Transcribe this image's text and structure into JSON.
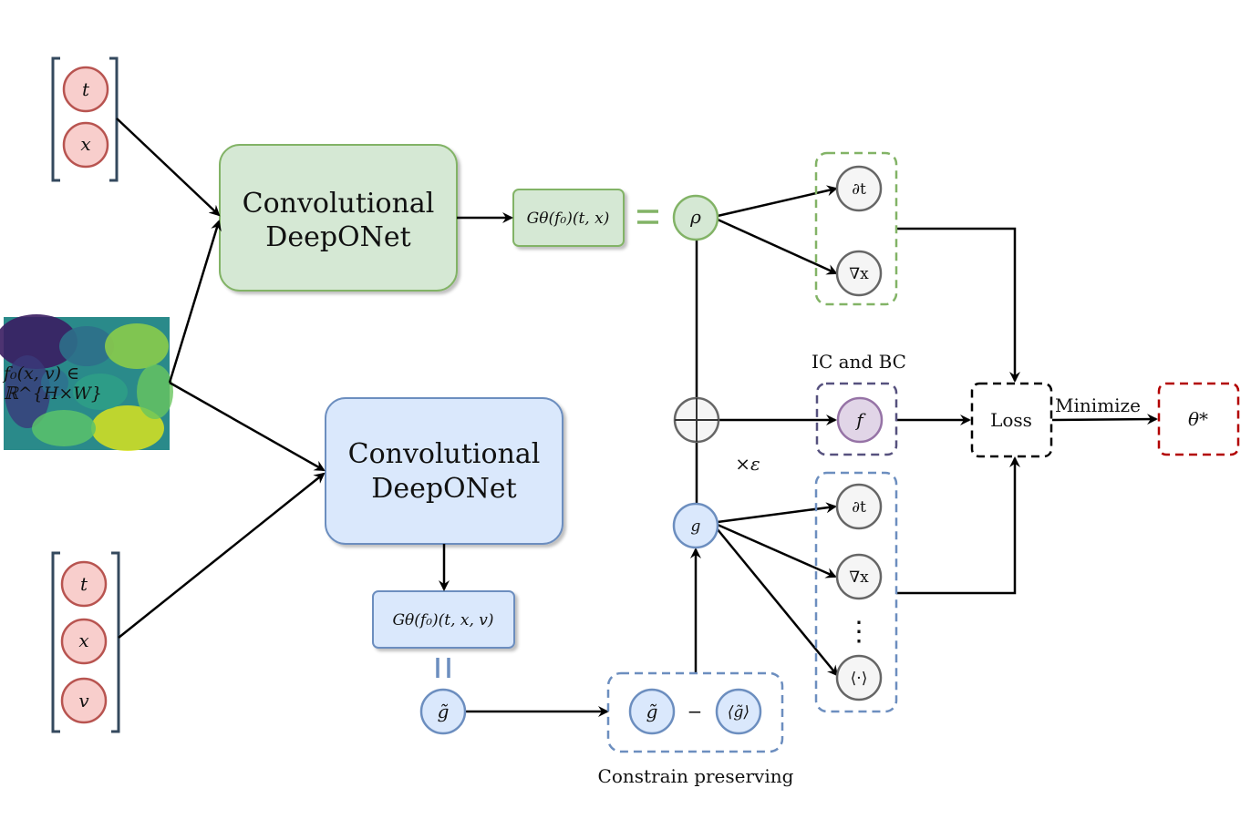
{
  "inputs_top": {
    "t": "t",
    "x": "x"
  },
  "inputs_bottom": {
    "t": "t",
    "x": "x",
    "v": "v"
  },
  "heatmap_label": "f₀(x, v) ∈ ℝ^{H×W}",
  "deeponet_top": {
    "line1": "Convolutional",
    "line2": "DeepONet"
  },
  "deeponet_bottom": {
    "line1": "Convolutional",
    "line2": "DeepONet"
  },
  "output_top": "Gθ(f₀)(t, x)",
  "output_bottom": "Gθ(f₀)(t, x, v)",
  "equals_sign": "=",
  "rho": "ρ",
  "g": "g",
  "g_tilde": "g̃",
  "constrain": {
    "left": "g̃",
    "minus": "−",
    "right": "⟨g̃⟩",
    "caption": "Constrain preserving"
  },
  "rho_ops": {
    "dt": "∂t",
    "grad": "∇x"
  },
  "g_ops": {
    "dt": "∂t",
    "grad": "∇x",
    "dots": "⋮",
    "avg": "⟨·⟩"
  },
  "ic_bc": {
    "title": "IC and BC",
    "f": "f"
  },
  "times_eps": "×ε",
  "loss": "Loss",
  "minimize": "Minimize",
  "theta_star": "θ*",
  "colors": {
    "pink_fill": "#f8cecc",
    "pink_stroke": "#b85450",
    "green_fill": "#d5e8d4",
    "green_stroke": "#82b366",
    "blue_fill": "#dae8fc",
    "blue_stroke": "#6c8ebf",
    "purple_fill": "#e1d5e7",
    "purple_stroke": "#9673a6",
    "grey_fill": "#f5f5f5",
    "grey_stroke": "#666666",
    "red_dash": "#b20000",
    "navy_dash": "#56517e"
  }
}
